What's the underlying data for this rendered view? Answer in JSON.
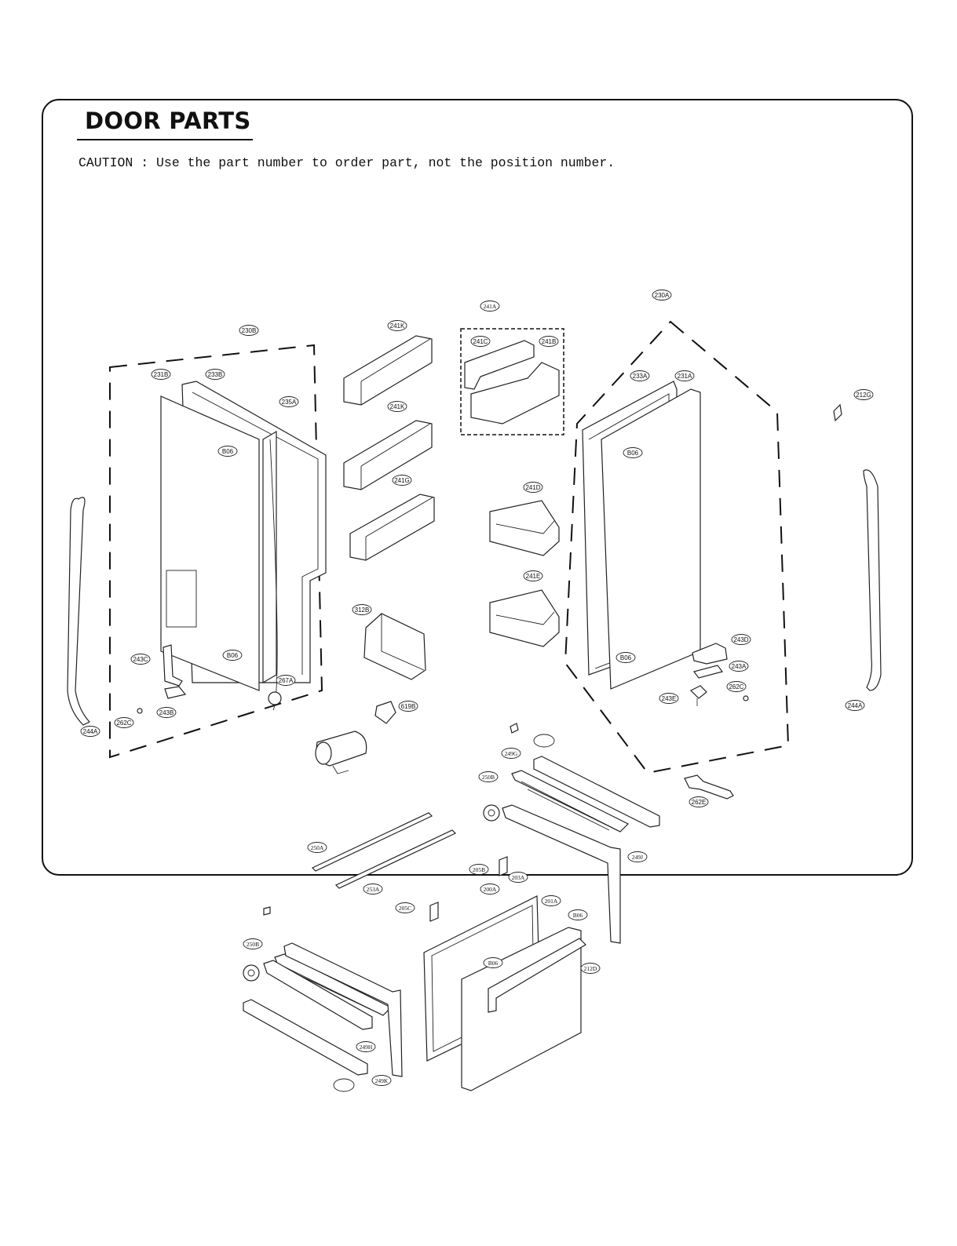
{
  "header": {
    "title": "DOOR PARTS",
    "caution": "CAUTION : Use the part number to order part, not the position number."
  },
  "part_labels": [
    {
      "id": "230B"
    },
    {
      "id": "231B"
    },
    {
      "id": "233B"
    },
    {
      "id": "235A"
    },
    {
      "id": "B06"
    },
    {
      "id": "B06"
    },
    {
      "id": "243C"
    },
    {
      "id": "267A"
    },
    {
      "id": "243B"
    },
    {
      "id": "262C"
    },
    {
      "id": "244A"
    },
    {
      "id": "241K"
    },
    {
      "id": "241K"
    },
    {
      "id": "241G"
    },
    {
      "id": "241A"
    },
    {
      "id": "241C"
    },
    {
      "id": "241B"
    },
    {
      "id": "241D"
    },
    {
      "id": "241E"
    },
    {
      "id": "312B"
    },
    {
      "id": "619B"
    },
    {
      "id": "230A"
    },
    {
      "id": "233A"
    },
    {
      "id": "231A"
    },
    {
      "id": "B06"
    },
    {
      "id": "B06"
    },
    {
      "id": "243D"
    },
    {
      "id": "243A"
    },
    {
      "id": "243E"
    },
    {
      "id": "262C"
    },
    {
      "id": "244A"
    },
    {
      "id": "212G"
    },
    {
      "id": "262E"
    },
    {
      "id": "249G"
    },
    {
      "id": "250B"
    },
    {
      "id": "249J"
    },
    {
      "id": "250A"
    },
    {
      "id": "253A"
    },
    {
      "id": "205B"
    },
    {
      "id": "205C"
    },
    {
      "id": "203A"
    },
    {
      "id": "200A"
    },
    {
      "id": "201A"
    },
    {
      "id": "B06"
    },
    {
      "id": "B06"
    },
    {
      "id": "212D"
    },
    {
      "id": "250B"
    },
    {
      "id": "249H"
    },
    {
      "id": "249K"
    },
    {
      "id": ""
    },
    {
      "id": ""
    }
  ]
}
